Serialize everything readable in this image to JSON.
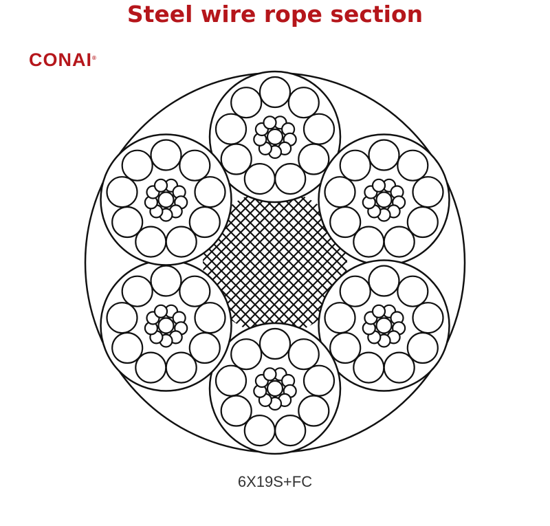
{
  "header": {
    "title": "Steel wire rope section"
  },
  "brand": {
    "logo_text": "CONAI",
    "logo_mark": "®",
    "color": "#b5161b"
  },
  "diagram": {
    "caption": "6X19S+FC",
    "strand_count": 6,
    "wires_per_strand": 19,
    "core": "fiber core (crosshatch)",
    "stroke_color": "#111111"
  }
}
